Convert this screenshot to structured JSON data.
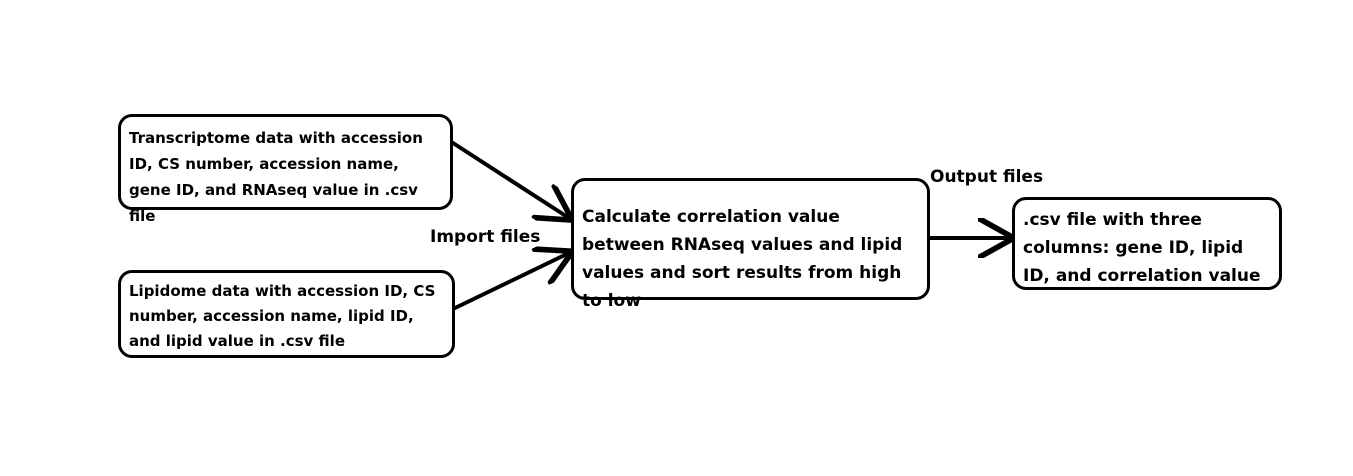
{
  "diagram": {
    "nodes": {
      "transcriptome": {
        "text": "Transcriptome data with accession ID, CS number, accession name, gene ID, and RNAseq value in .csv file"
      },
      "lipidome": {
        "text": "Lipidome data with accession ID, CS number, accession name, lipid ID, and lipid value in .csv file"
      },
      "calculation": {
        "text": "Calculate correlation value between RNAseq values and lipid values and sort results from high to low"
      },
      "output": {
        "text": ".csv file with three columns: gene ID, lipid ID, and correlation value"
      }
    },
    "edge_labels": {
      "import": "Import files",
      "output": "Output files"
    },
    "edges": [
      {
        "from": "transcriptome",
        "to": "calculation",
        "label_ref": "import"
      },
      {
        "from": "lipidome",
        "to": "calculation",
        "label_ref": "import"
      },
      {
        "from": "calculation",
        "to": "output",
        "label_ref": "output"
      }
    ],
    "colors": {
      "stroke": "#000000",
      "text": "#000000",
      "background": "#ffffff"
    }
  }
}
